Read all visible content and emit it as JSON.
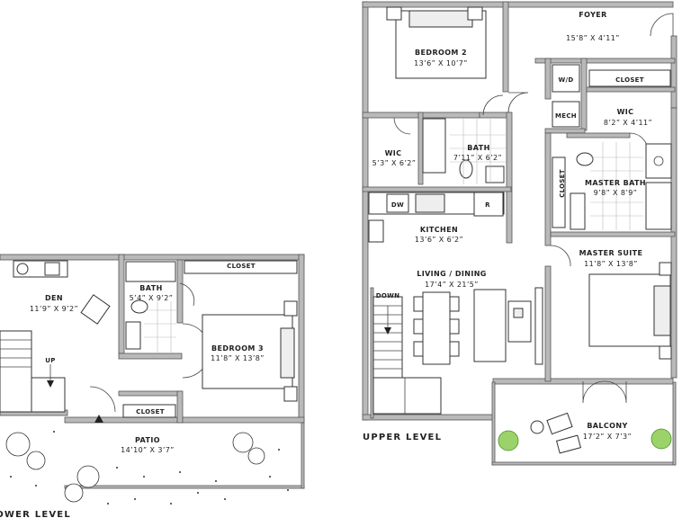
{
  "levels": {
    "upper": "UPPER LEVEL",
    "lower": "LOWER LEVEL"
  },
  "upper_rooms": {
    "bedroom2": {
      "name": "BEDROOM 2",
      "dim": "13’6” X 10’7”"
    },
    "foyer": {
      "name": "FOYER",
      "dim": "15’8” X 4’11”"
    },
    "wd": {
      "name": "W/D"
    },
    "closet_top": {
      "name": "CLOSET"
    },
    "mech": {
      "name": "MECH"
    },
    "wic_master": {
      "name": "WIC",
      "dim": "8’2” X 4’11”"
    },
    "wic_left": {
      "name": "WIC",
      "dim": "5’3” X 6’2”"
    },
    "bath": {
      "name": "BATH",
      "dim": "7’11” X 6’2”"
    },
    "closet_vertical": {
      "name": "CLOSET"
    },
    "master_bath": {
      "name": "MASTER BATH",
      "dim": "9’8” X 8’9”"
    },
    "dw": {
      "name": "DW"
    },
    "fridge": {
      "name": "R"
    },
    "kitchen": {
      "name": "KITCHEN",
      "dim": "13’6” X 6’2”"
    },
    "living": {
      "name": "LIVING / DINING",
      "dim": "17’4” X 21’5”"
    },
    "master_suite": {
      "name": "MASTER SUITE",
      "dim": "11’8” X 13’8”"
    },
    "stairs_down": {
      "name": "DOWN"
    },
    "balcony": {
      "name": "BALCONY",
      "dim": "17’2” X 7’3”"
    }
  },
  "lower_rooms": {
    "den": {
      "name": "DEN",
      "dim": "11’9” X 9’2”"
    },
    "bath": {
      "name": "BATH",
      "dim": "5’4” X 9’2”"
    },
    "closet_top": {
      "name": "CLOSET"
    },
    "bedroom3": {
      "name": "BEDROOM 3",
      "dim": "11’8” X 13’8”"
    },
    "stairs_up": {
      "name": "UP"
    },
    "closet_bottom": {
      "name": "CLOSET"
    },
    "patio": {
      "name": "PATIO",
      "dim": "14’10” X 3’7”"
    }
  }
}
